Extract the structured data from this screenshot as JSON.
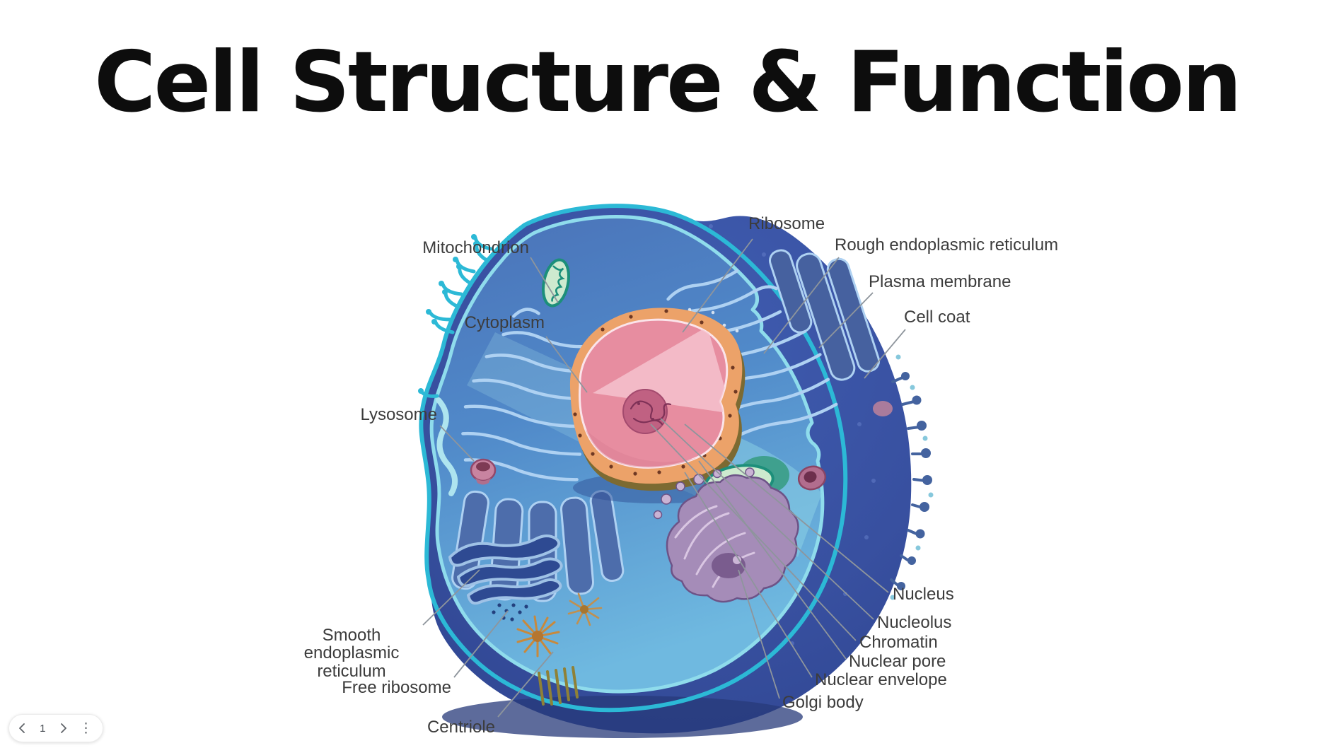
{
  "title": "Cell Structure & Function",
  "diagram": {
    "description": "Cutaway illustration of an animal cell with labeled organelles",
    "labels": {
      "mitochondrion": "Mitochondrion",
      "ribosome": "Ribosome",
      "rough_er": "Rough endoplasmic reticulum",
      "plasma_membrane": "Plasma membrane",
      "cell_coat": "Cell coat",
      "cytoplasm": "Cytoplasm",
      "lysosome": "Lysosome",
      "smooth_er": "Smooth endoplasmic reticulum",
      "free_ribosome": "Free ribosome",
      "centriole": "Centriole",
      "nucleus": "Nucleus",
      "nucleolus": "Nucleolus",
      "chromatin": "Chromatin",
      "nuclear_pore": "Nuclear pore",
      "nuclear_envelope": "Nuclear envelope",
      "golgi_body": "Golgi body"
    },
    "colors": {
      "membrane_cyan": "#2cb9d6",
      "cell_outer_blue": "#3952a2",
      "cytoplasm_blue": "#4e82c4",
      "cut_surface_cyan": "#8fdcec",
      "nucleus_pink": "#e78da0",
      "nuclear_envelope_orange": "#eca269",
      "nucleolus_magenta": "#c06182",
      "mitochondrion_green": "#1c8f7a",
      "golgi_purple": "#a58cb8",
      "centriole_orange": "#c8893c",
      "label_text": "#3c3c3c",
      "leader_line": "#8e959c"
    }
  },
  "navigation": {
    "page_number": "1",
    "icons": {
      "prev": "chevron-left-icon",
      "next": "chevron-right-icon",
      "menu": "vertical-dots-icon"
    },
    "menu_icon_glyph": "⋮"
  }
}
